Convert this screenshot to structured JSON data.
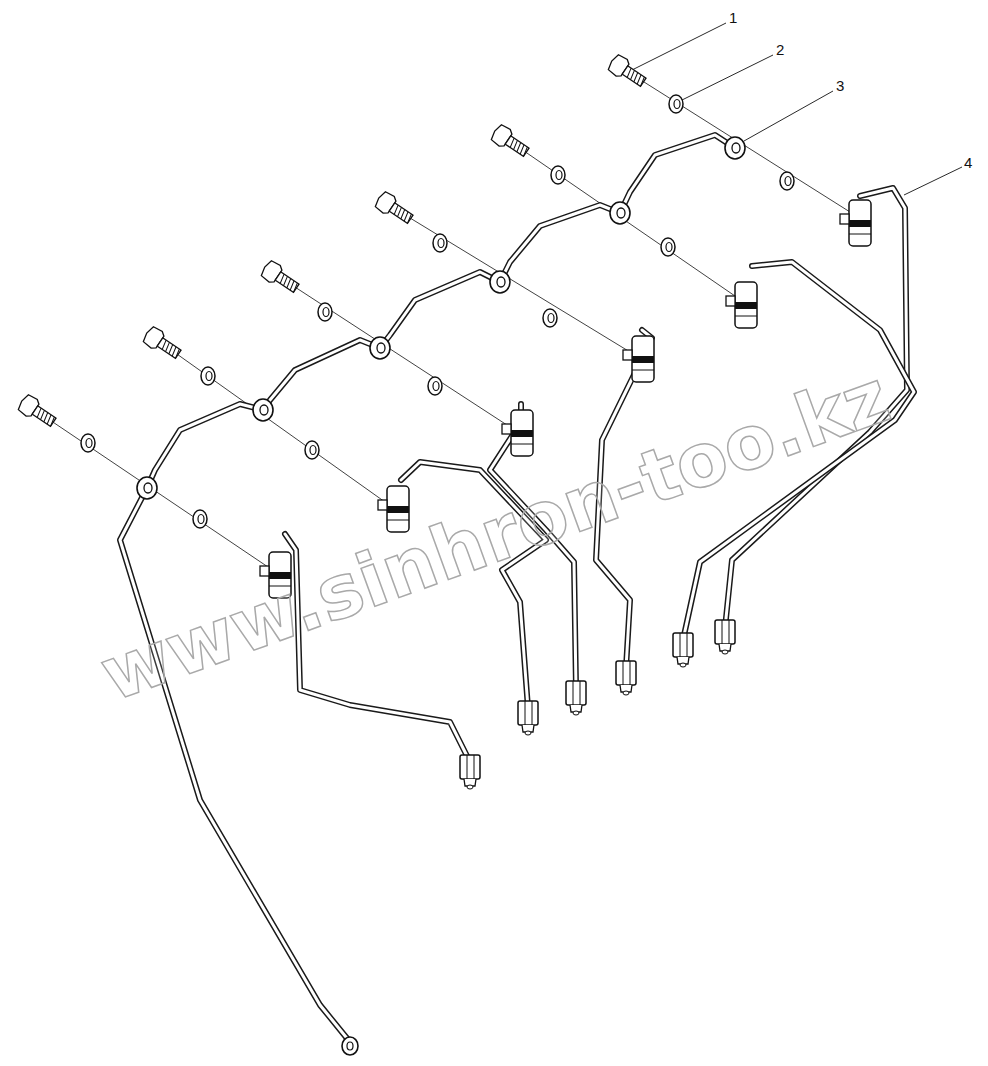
{
  "diagram": {
    "labels": [
      "1",
      "2",
      "3",
      "4",
      "www.sinhron-too.kz"
    ]
  }
}
